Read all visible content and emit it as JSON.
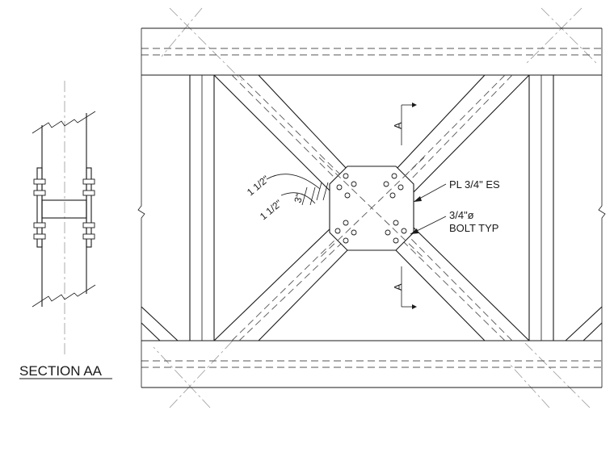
{
  "section_title": "SECTION AA",
  "section_marker_letter": "A",
  "callouts": {
    "plate": "PL 3/4\" ES",
    "bolt_size": "3/4\"ø",
    "bolt_note": "BOLT TYP",
    "edge_distance_1": "1 1/2\"",
    "edge_distance_2": "1 1/2\"",
    "bolt_spacing": "3\""
  }
}
